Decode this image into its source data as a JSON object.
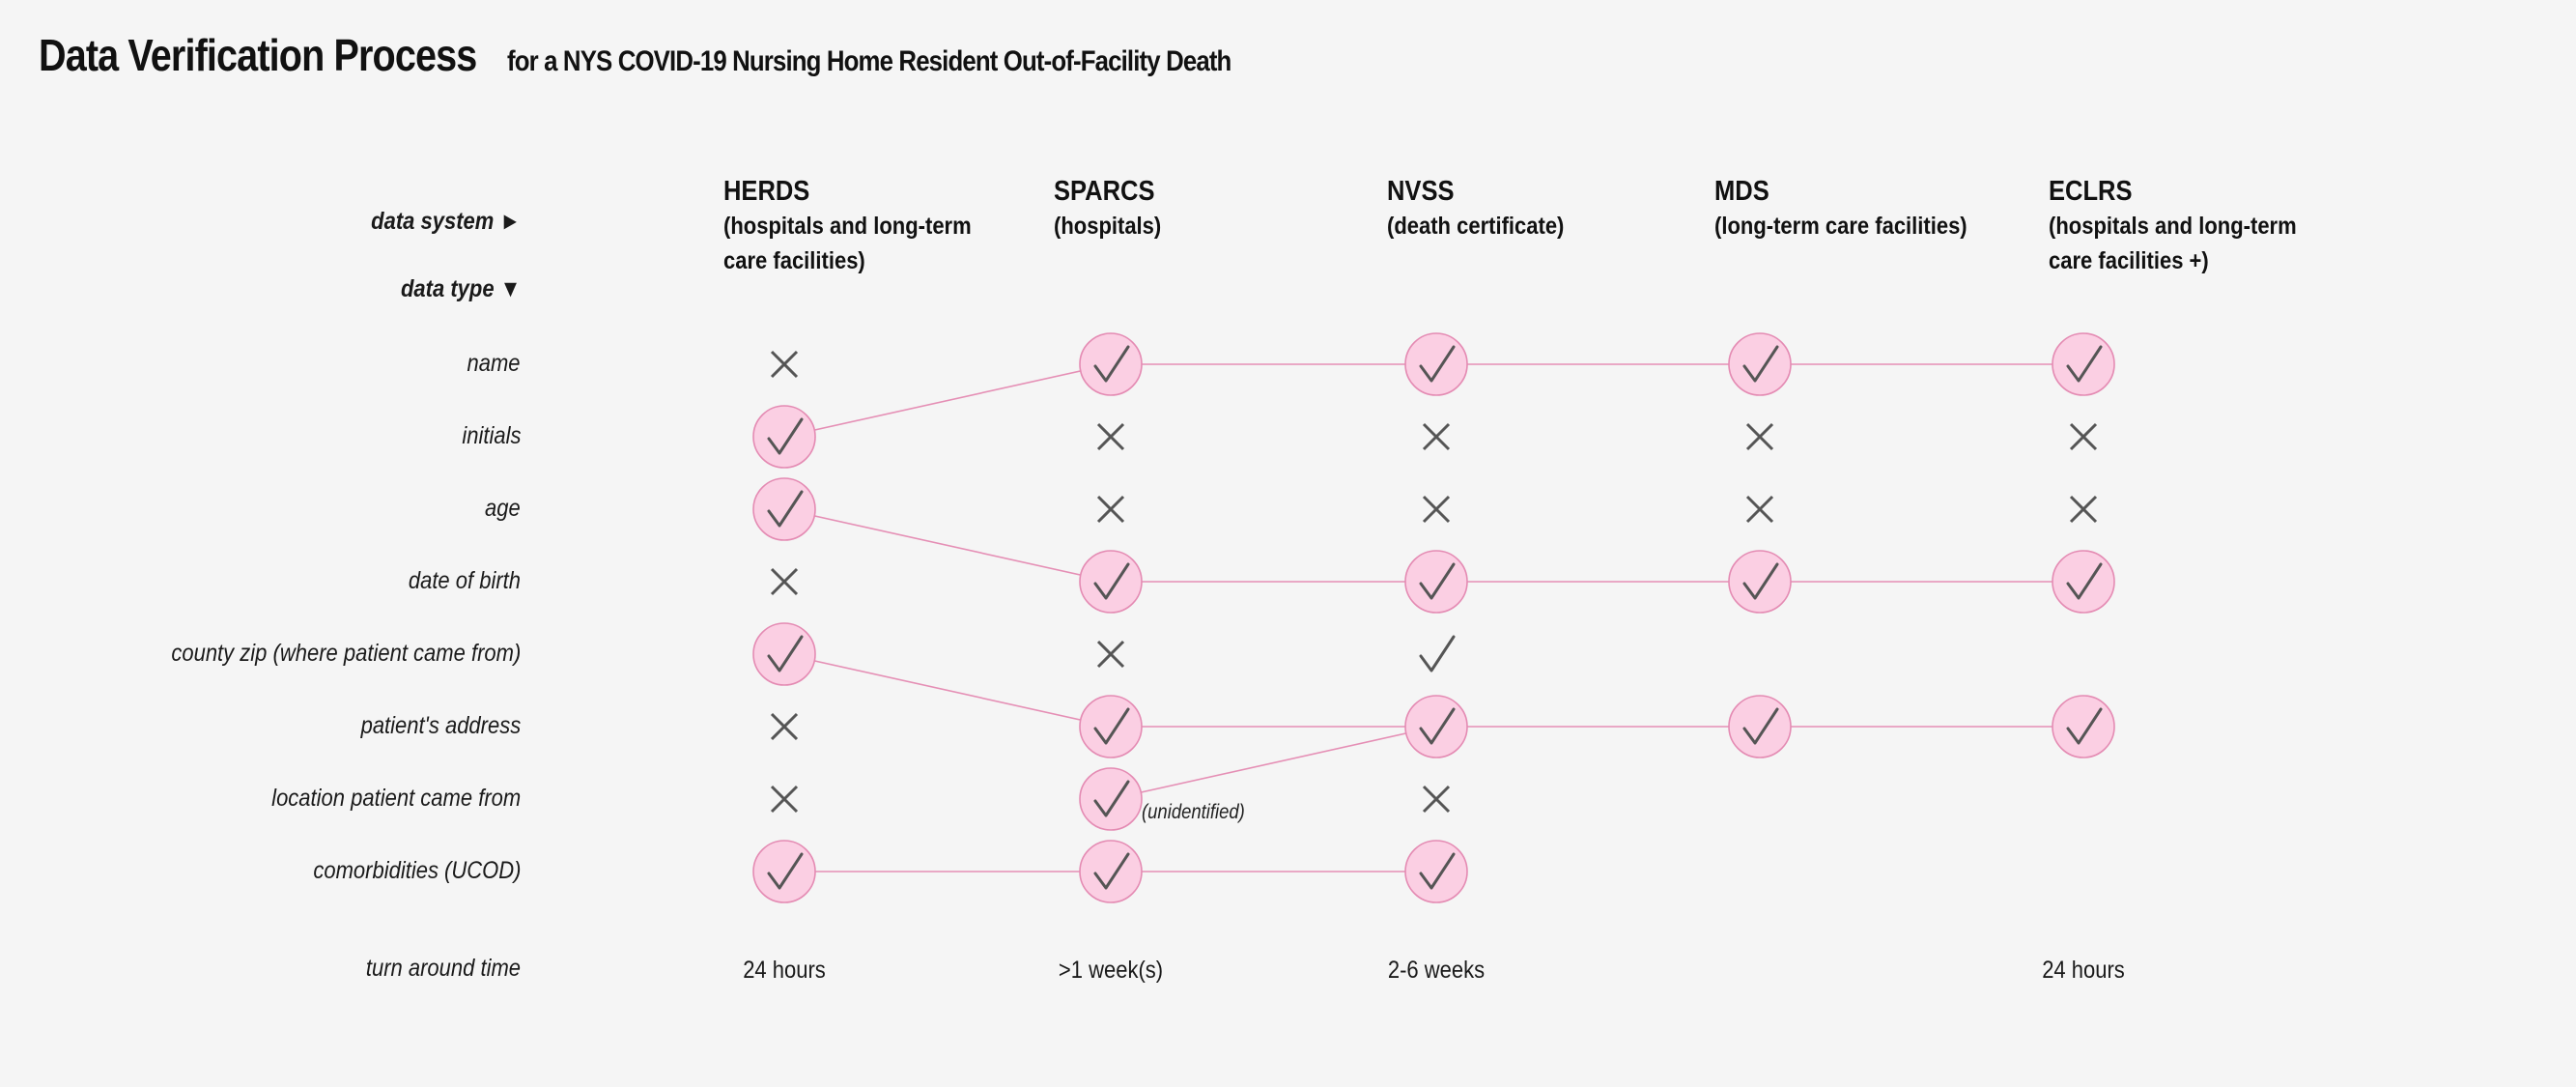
{
  "title": {
    "main": "Data Verification Process",
    "sub": "for a NYS COVID-19 Nursing Home Resident Out-of-Facility Death"
  },
  "axis_labels": {
    "data_system": "data system ►",
    "data_type": "data type ▼",
    "turn_around": "turn around time"
  },
  "systems": [
    {
      "name": "HERDS",
      "desc": "(hospitals and long-term care facilities)",
      "turnaround": "24 hours"
    },
    {
      "name": "SPARCS",
      "desc": "(hospitals)",
      "turnaround": ">1 week(s)"
    },
    {
      "name": "NVSS",
      "desc": "(death certificate)",
      "turnaround": "2-6 weeks"
    },
    {
      "name": "MDS",
      "desc": "(long-term care facilities)",
      "turnaround": ""
    },
    {
      "name": "ECLRS",
      "desc": "(hospitals and long-term care facilities +)",
      "turnaround": "24 hours"
    }
  ],
  "data_types": [
    {
      "label": "name",
      "cells": [
        "x",
        "check-verified",
        "check-verified",
        "check-verified",
        "check-verified"
      ]
    },
    {
      "label": "initials",
      "cells": [
        "check-verified",
        "x",
        "x",
        "x",
        "x"
      ]
    },
    {
      "label": "age",
      "cells": [
        "check-verified",
        "x",
        "x",
        "x",
        "x"
      ]
    },
    {
      "label": "date of birth",
      "cells": [
        "x",
        "check-verified",
        "check-verified",
        "check-verified",
        "check-verified"
      ]
    },
    {
      "label": "county zip (where patient came from)",
      "cells": [
        "check-verified",
        "x",
        "check",
        "",
        ""
      ]
    },
    {
      "label": "patient's address",
      "cells": [
        "x",
        "check-verified",
        "check-verified",
        "check-verified",
        "check-verified"
      ]
    },
    {
      "label": "location patient came from",
      "cells": [
        "x",
        "check-verified",
        "x",
        "",
        ""
      ]
    },
    {
      "label": "comorbidities (UCOD)",
      "cells": [
        "check-verified",
        "check-verified",
        "check-verified",
        "",
        ""
      ]
    }
  ],
  "annotations": [
    {
      "row": 6,
      "col": 1,
      "text": "(unidentified)"
    }
  ],
  "links": [
    [
      [
        1,
        0
      ],
      [
        0,
        1
      ]
    ],
    [
      [
        0,
        1
      ],
      [
        0,
        2
      ]
    ],
    [
      [
        0,
        2
      ],
      [
        0,
        3
      ]
    ],
    [
      [
        0,
        3
      ],
      [
        0,
        4
      ]
    ],
    [
      [
        2,
        0
      ],
      [
        3,
        1
      ]
    ],
    [
      [
        3,
        1
      ],
      [
        3,
        2
      ]
    ],
    [
      [
        3,
        2
      ],
      [
        3,
        3
      ]
    ],
    [
      [
        3,
        3
      ],
      [
        3,
        4
      ]
    ],
    [
      [
        4,
        0
      ],
      [
        5,
        1
      ]
    ],
    [
      [
        5,
        1
      ],
      [
        5,
        2
      ]
    ],
    [
      [
        5,
        2
      ],
      [
        5,
        3
      ]
    ],
    [
      [
        5,
        3
      ],
      [
        5,
        4
      ]
    ],
    [
      [
        6,
        1
      ],
      [
        5,
        2
      ]
    ],
    [
      [
        7,
        0
      ],
      [
        7,
        1
      ]
    ],
    [
      [
        7,
        1
      ],
      [
        7,
        2
      ]
    ]
  ],
  "colors": {
    "background": "#f5f5f5",
    "circle_fill": "#fbcfe3",
    "circle_stroke": "#e48bb3",
    "link": "#e58fb5",
    "mark": "#555555"
  }
}
